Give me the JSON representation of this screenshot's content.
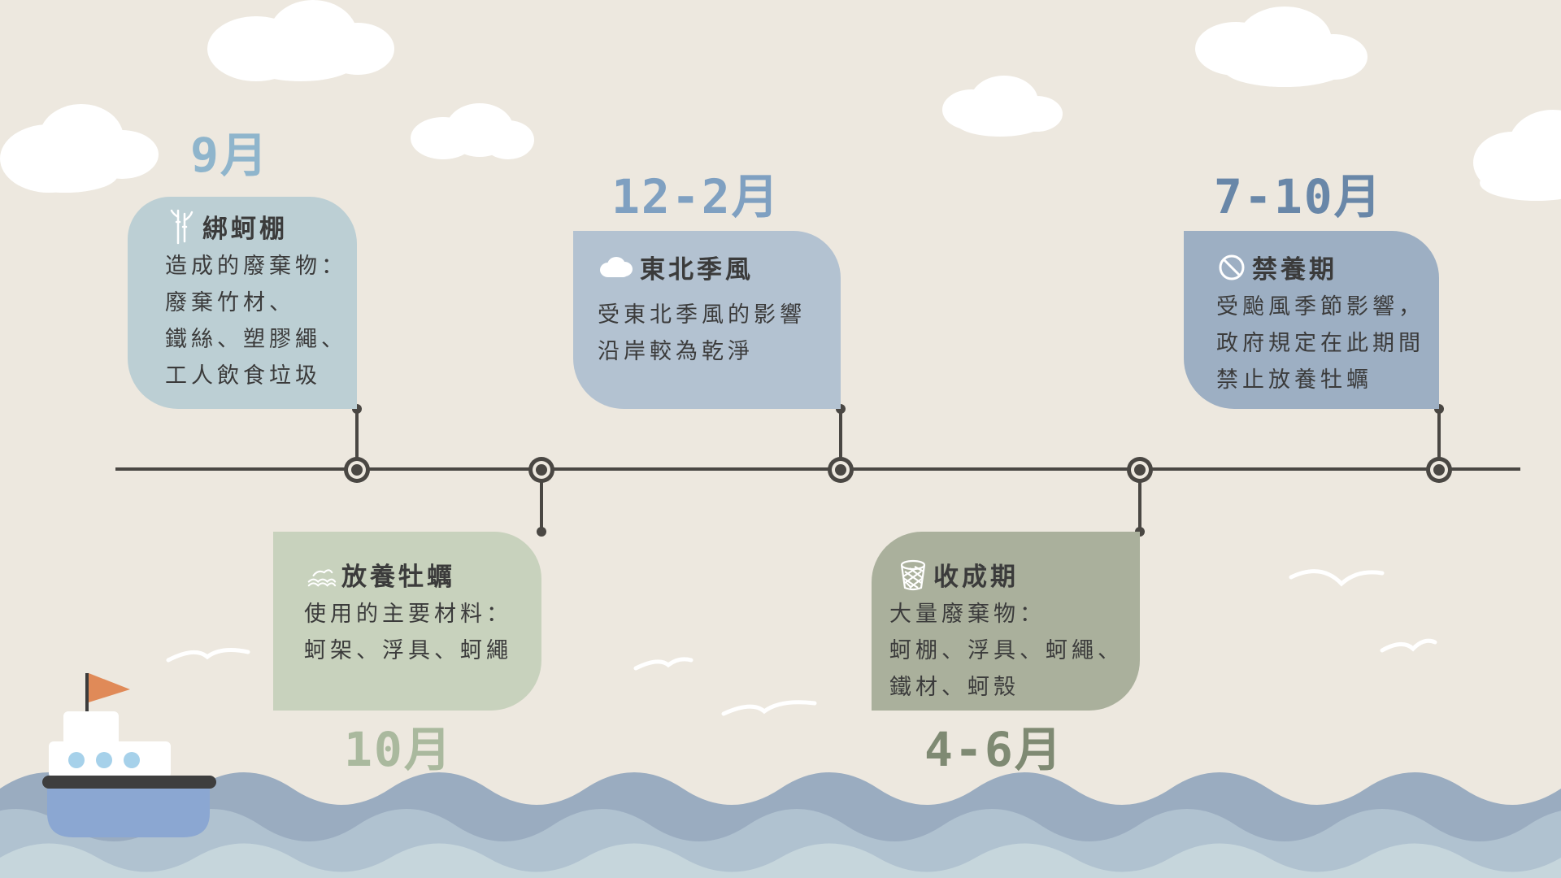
{
  "timeline": [
    {
      "month": "9月",
      "title": "綁蚵棚",
      "icon": "bamboo-icon",
      "lines": [
        "造成的廢棄物：",
        "廢棄竹材、",
        "鐵絲、塑膠繩、",
        "工人飲食垃圾"
      ],
      "card_color": "#bccfd4",
      "month_color": "#8fb5cc"
    },
    {
      "month": "10月",
      "title": "放養牡蠣",
      "icon": "oyster-icon",
      "lines": [
        "使用的主要材料：",
        "蚵架、浮具、蚵繩"
      ],
      "card_color": "#c8d2bd",
      "month_color": "#aab99e"
    },
    {
      "month": "12-2月",
      "title": "東北季風",
      "icon": "cloud-icon",
      "lines": [
        "受東北季風的影響",
        "沿岸較為乾淨"
      ],
      "card_color": "#b3c2d1",
      "month_color": "#7fa0c1"
    },
    {
      "month": "4-6月",
      "title": "收成期",
      "icon": "basket-icon",
      "lines": [
        "大量廢棄物：",
        "蚵棚、浮具、蚵繩、",
        "鐵材、蚵殼"
      ],
      "card_color": "#aab09c",
      "month_color": "#7f8a73"
    },
    {
      "month": "7-10月",
      "title": "禁養期",
      "icon": "no-entry-icon",
      "lines": [
        "受颱風季節影響，",
        "政府規定在此期間",
        "禁止放養牡蠣"
      ],
      "card_color": "#9dafc3",
      "month_color": "#6987a8"
    }
  ],
  "colors": {
    "background": "#ede8df",
    "line": "#4a4743",
    "wave_dark": "#9aacc0",
    "wave_mid": "#b0c2d0",
    "wave_light": "#c6d6dc",
    "flag": "#e08a58"
  }
}
